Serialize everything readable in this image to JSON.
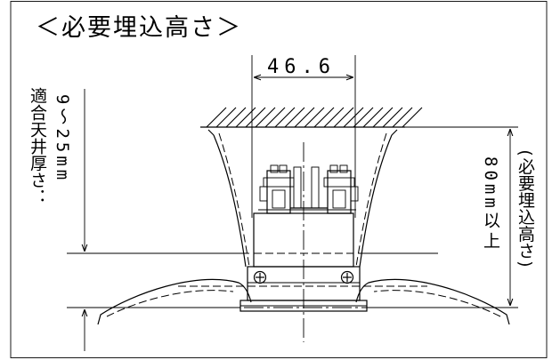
{
  "title": "＜必要埋込高さ＞",
  "dimension_width": "46.6",
  "left_label_line1": "適合天井厚さ：",
  "left_label_line2": "9～25mm",
  "right_label_line1": "80mm以上",
  "right_label_line2": "(必要埋込高さ)"
}
